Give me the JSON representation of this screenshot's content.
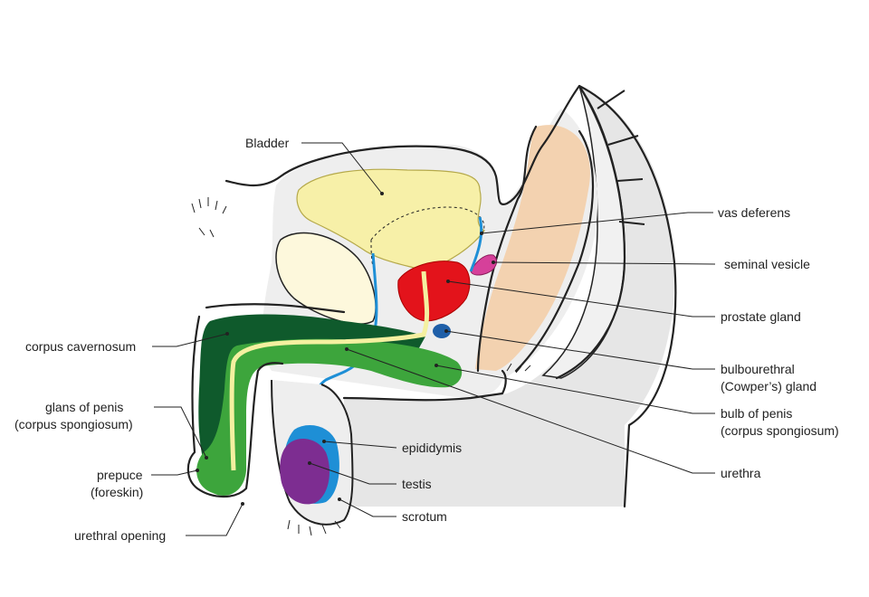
{
  "labels": {
    "bladder": "Bladder",
    "vas_deferens": "vas deferens",
    "seminal_vesicle": "seminal vesicle",
    "prostate_gland": "prostate gland",
    "bulbourethral_1": "bulbourethral",
    "bulbourethral_2": "(Cowper’s) gland",
    "bulb_1": "bulb of penis",
    "bulb_2": "(corpus spongiosum)",
    "urethra": "urethra",
    "corpus_cavernosum": "corpus cavernosum",
    "glans_1": "glans of penis",
    "glans_2": "(corpus spongiosum)",
    "prepuce_1": "prepuce",
    "prepuce_2": "(foreskin)",
    "urethral_opening": "urethral opening",
    "epididymis": "epididymis",
    "testis": "testis",
    "scrotum": "scrotum"
  },
  "colors": {
    "bladder": "#f7f0a8",
    "skin_shadow": "#e6e6e6",
    "tissue": "#f1f1f1",
    "pubic_bone": "#fdf8dc",
    "rectum": "#f3d2b0",
    "prostate": "#e3131b",
    "seminal_vesicle": "#d6409a",
    "cowper": "#1f5fa8",
    "vas": "#1e8fd6",
    "cavernosum": "#0f5a2c",
    "spongiosum": "#3da53c",
    "urethra": "#f4f0a0",
    "testis": "#7d2d91",
    "epididymis": "#1e8fd6"
  }
}
